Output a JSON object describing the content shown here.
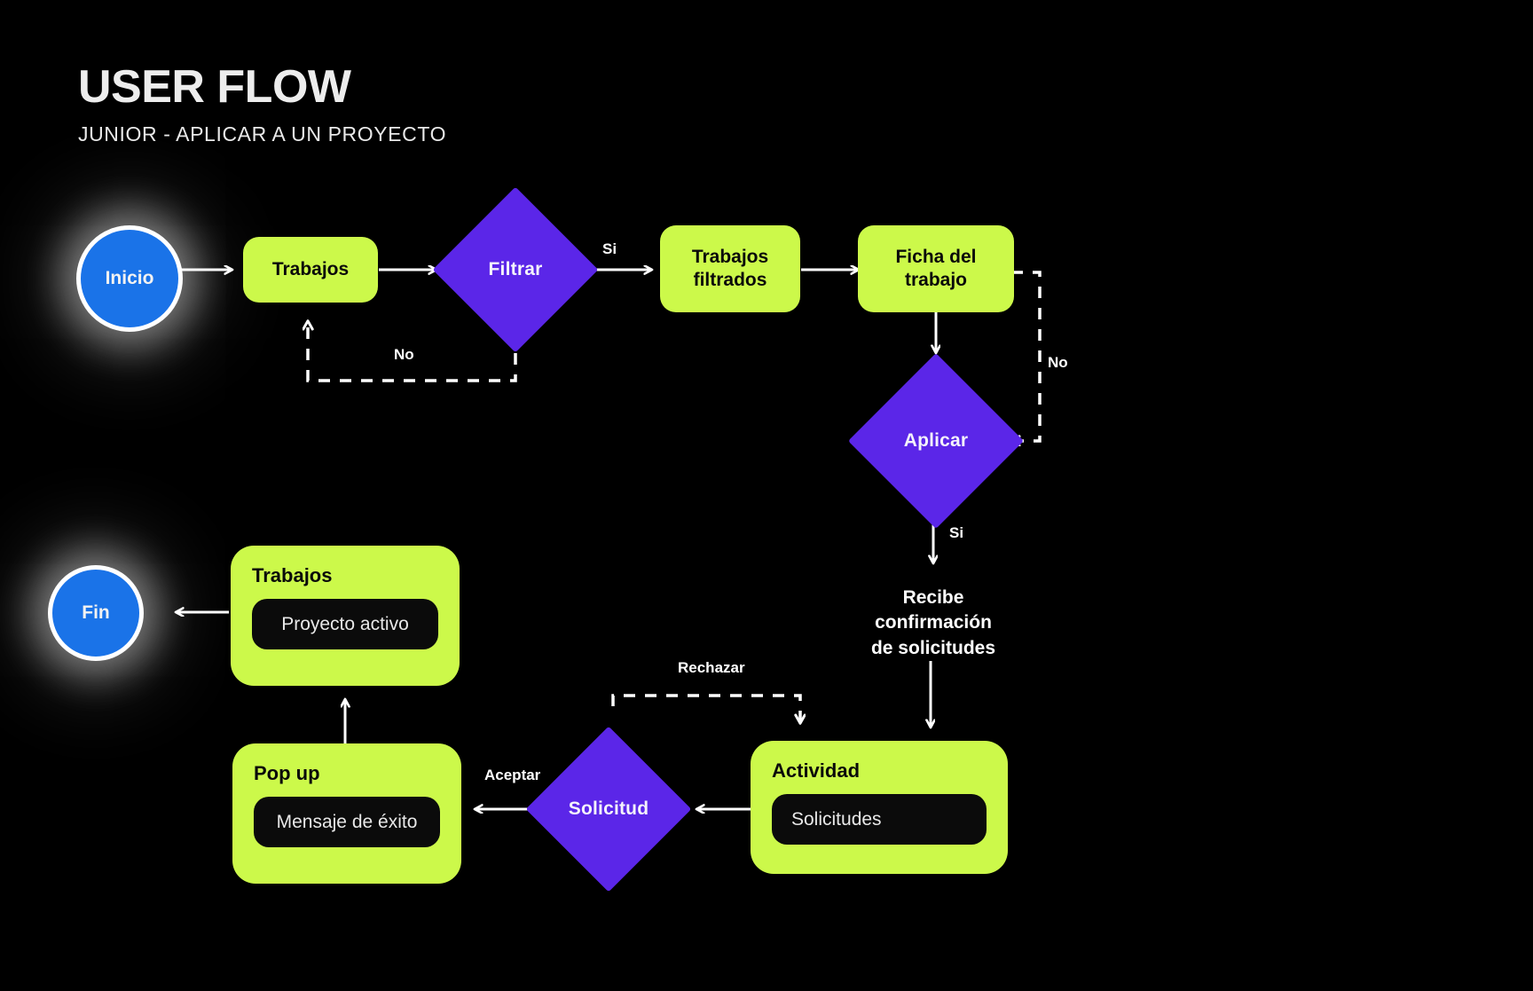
{
  "header": {
    "title": "USER FLOW",
    "subtitle": "JUNIOR - APLICAR A UN PROYECTO"
  },
  "colors": {
    "background": "#000000",
    "process_fill": "#ccf94a",
    "decision_fill": "#5b26e8",
    "terminator_fill": "#1a73e8",
    "connector": "#ffffff",
    "card_field_fill": "#0b0b0b"
  },
  "nodes": {
    "inicio": {
      "label": "Inicio",
      "type": "terminator"
    },
    "trabajos": {
      "label": "Trabajos",
      "type": "process"
    },
    "filtrar": {
      "label": "Filtrar",
      "type": "decision"
    },
    "trabajos_filtrados": {
      "label": "Trabajos\nfiltrados",
      "line1": "Trabajos",
      "line2": "filtrados",
      "type": "process"
    },
    "ficha_trabajo": {
      "line1": "Ficha del",
      "line2": "trabajo",
      "type": "process"
    },
    "aplicar": {
      "label": "Aplicar",
      "type": "decision"
    },
    "recibe_confirmacion": {
      "line1": "Recibe",
      "line2": "confirmación",
      "line3": "de solicitudes",
      "type": "text"
    },
    "actividad": {
      "title": "Actividad",
      "field": "Solicitudes",
      "type": "card"
    },
    "solicitud": {
      "label": "Solicitud",
      "type": "decision"
    },
    "popup": {
      "title": "Pop up",
      "field": "Mensaje de éxito",
      "type": "card"
    },
    "trabajos_activo": {
      "title": "Trabajos",
      "field": "Proyecto activo",
      "type": "card"
    },
    "fin": {
      "label": "Fin",
      "type": "terminator"
    }
  },
  "edge_labels": {
    "filtrar_si": "Si",
    "filtrar_no": "No",
    "aplicar_no": "No",
    "aplicar_si": "Si",
    "solicitud_rechazar": "Rechazar",
    "solicitud_aceptar": "Aceptar"
  }
}
